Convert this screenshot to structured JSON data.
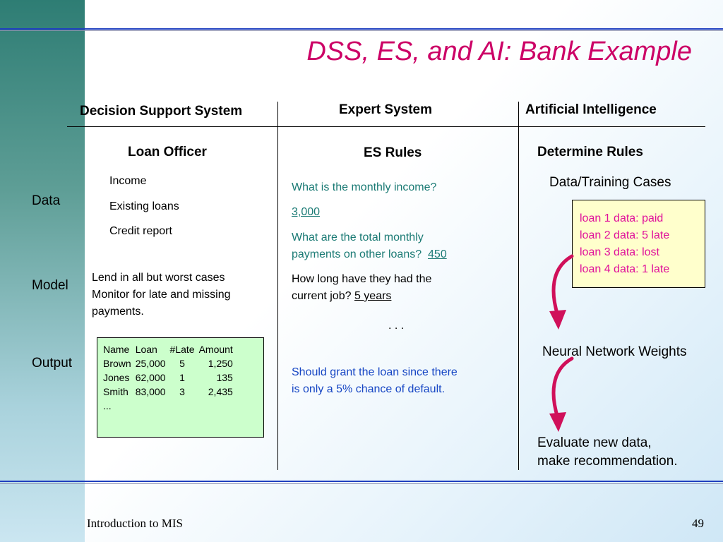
{
  "title": "DSS, ES, and AI: Bank Example",
  "columns": {
    "dss": "Decision Support System",
    "es": "Expert System",
    "ai": "Artificial Intelligence"
  },
  "subheads": {
    "dss": "Loan Officer",
    "es": "ES Rules",
    "ai": "Determine Rules"
  },
  "rows": {
    "data": "Data",
    "model": "Model",
    "output": "Output"
  },
  "dss_data": [
    "Income",
    "Existing loans",
    "Credit report"
  ],
  "dss_model": [
    "Lend in all but worst cases",
    "Monitor for late and missing",
    "payments."
  ],
  "dss_output": {
    "headers": [
      "Name",
      "Loan",
      "#Late",
      "Amount"
    ],
    "rows": [
      [
        "Brown",
        "25,000",
        "5",
        "1,250"
      ],
      [
        "Jones",
        "62,000",
        "1",
        "135"
      ],
      [
        "Smith",
        "83,000",
        "3",
        "2,435"
      ]
    ],
    "more": "..."
  },
  "es": {
    "q1": "What is the monthly income?",
    "a1": "3,000",
    "q2_line1": "What are the total monthly",
    "q2_line2": "payments on other loans?",
    "a2": "450",
    "q3_line1": "How long have they had the",
    "q3_line2": "current job?",
    "a3": "5 years",
    "ellipsis": ". . .",
    "conclusion_line1": "Should grant the loan since there",
    "conclusion_line2": "is only a 5% chance of default."
  },
  "ai": {
    "training_label": "Data/Training Cases",
    "cases": [
      "loan 1 data:  paid",
      "loan 2 data: 5 late",
      "loan 3 data:  lost",
      "loan 4 data:  1 late"
    ],
    "weights_label": "Neural Network Weights",
    "evaluate_line1": "Evaluate new data,",
    "evaluate_line2": "make recommendation."
  },
  "footer": {
    "left": "Introduction to MIS",
    "page": "49"
  },
  "colors": {
    "title": "#cc0066",
    "teal": "#1a7a74",
    "blue": "#1646c4",
    "magenta": "#e0119b",
    "arrow": "#d0105a",
    "green_box": "#ccffcc",
    "yellow_box": "#ffffcc"
  }
}
